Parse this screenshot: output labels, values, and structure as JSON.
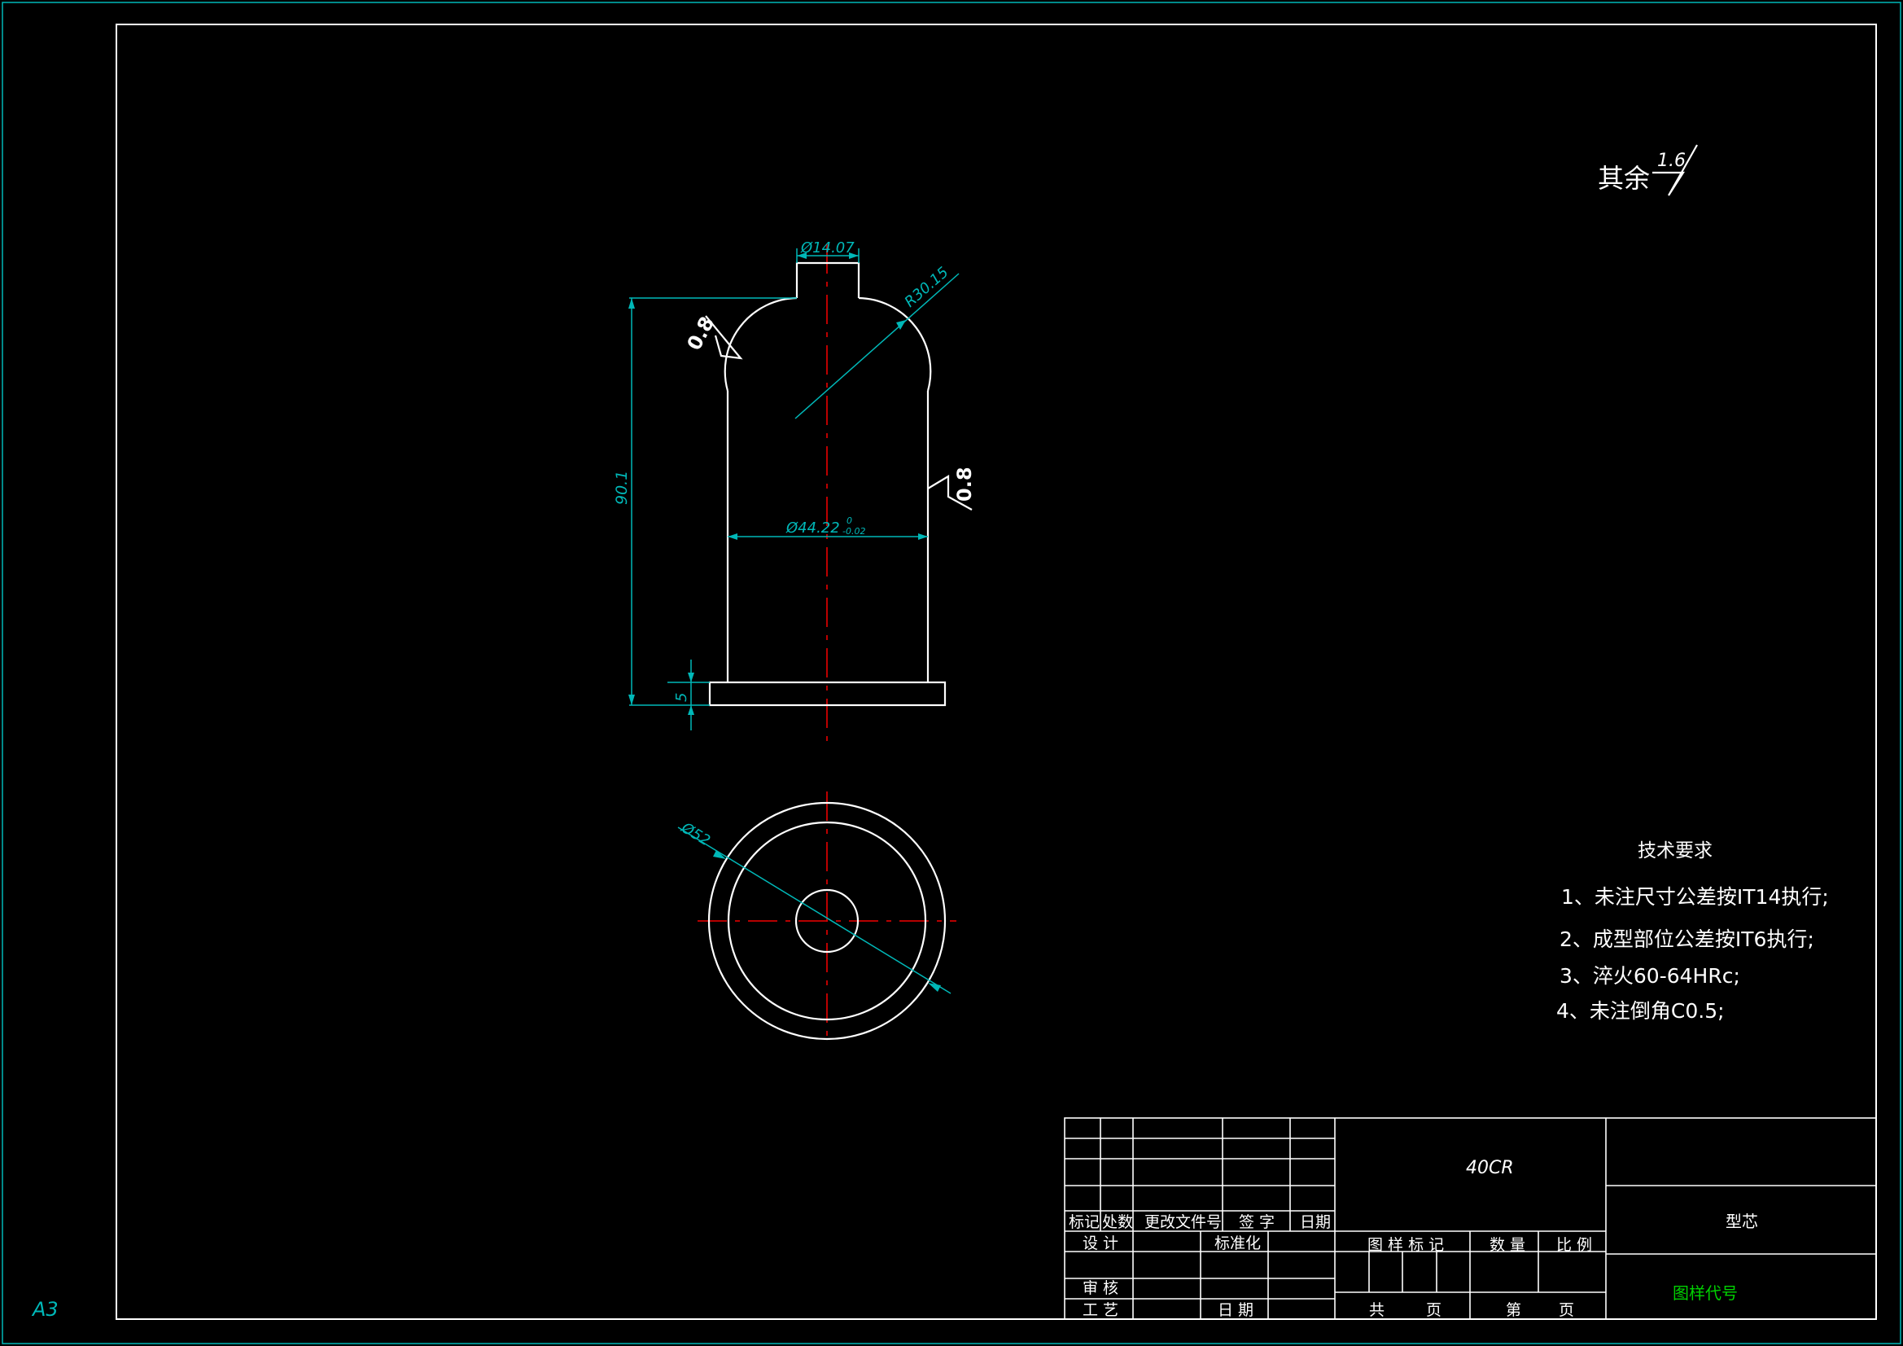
{
  "sheet": {
    "size_label": "A3",
    "colors": {
      "background": "#000000",
      "geometry": "#ffffff",
      "dimension": "#00b8b8",
      "centerline": "#d00000",
      "code": "#00d000"
    }
  },
  "surface_finish": {
    "prefix": "其余",
    "value": "1.6",
    "local_marks": [
      "0.8",
      "0.8"
    ]
  },
  "dimensions": {
    "top_dia": "Ø14.07",
    "radius": "R30.15",
    "height": "90.1",
    "main_dia": "Ø44.22",
    "tol_upper": "0",
    "tol_lower": "-0.02",
    "flange_thk": "5",
    "outer_dia": "Ø52"
  },
  "tech_requirements": {
    "title": "技术要求",
    "items": [
      "1、未注尺寸公差按IT14执行;",
      "2、成型部位公差按IT6执行;",
      "3、淬火60-64HRc;",
      "4、未注倒角C0.5;"
    ]
  },
  "title_block": {
    "material": "40CR",
    "part_name": "型芯",
    "drawing_code": "图样代号",
    "rev_headers": [
      "标记",
      "处数",
      "更改文件号",
      "签 字",
      "日期"
    ],
    "design": "设 计",
    "standardize": "标准化",
    "review": "审 核",
    "process": "工 艺",
    "date": "日 期",
    "drawing_mark": "图 样 标 记",
    "quantity": "数 量",
    "scale": "比 例",
    "total": "共",
    "page_word": "页",
    "sheet_no": "第",
    "page_word2": "页"
  }
}
